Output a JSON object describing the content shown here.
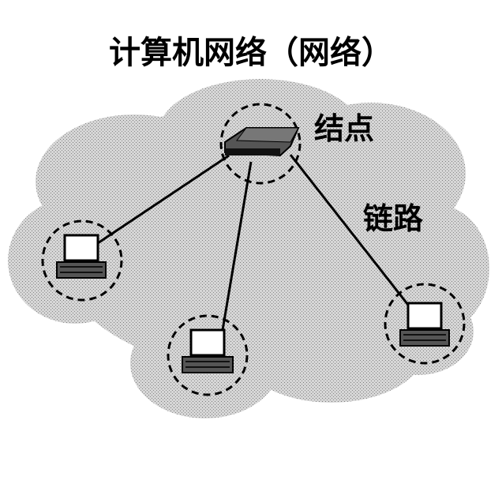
{
  "title": "计算机网络（网络）",
  "labels": {
    "node": "结点",
    "link": "链路"
  },
  "colors": {
    "cloud": "#c4c4c4",
    "ink": "#000000",
    "screen": "#ffffff"
  }
}
